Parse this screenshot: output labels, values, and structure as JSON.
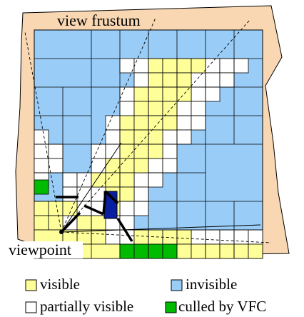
{
  "diagram": {
    "labels": {
      "view_frustum": "view frustum",
      "viewpoint": "viewpoint"
    },
    "colors": {
      "region": "#f8d7b2",
      "visible": "#ffff99",
      "invisible": "#99ccf7",
      "partially_visible": "#ffffff",
      "culled": "#00bb00",
      "occluder": "#0a1ea0"
    },
    "legend": [
      {
        "key": "visible",
        "label": "visible"
      },
      {
        "key": "invisible",
        "label": "invisible"
      },
      {
        "key": "partially_visible",
        "label": "partially visible"
      },
      {
        "key": "culled",
        "label": "culled by VFC"
      }
    ]
  }
}
